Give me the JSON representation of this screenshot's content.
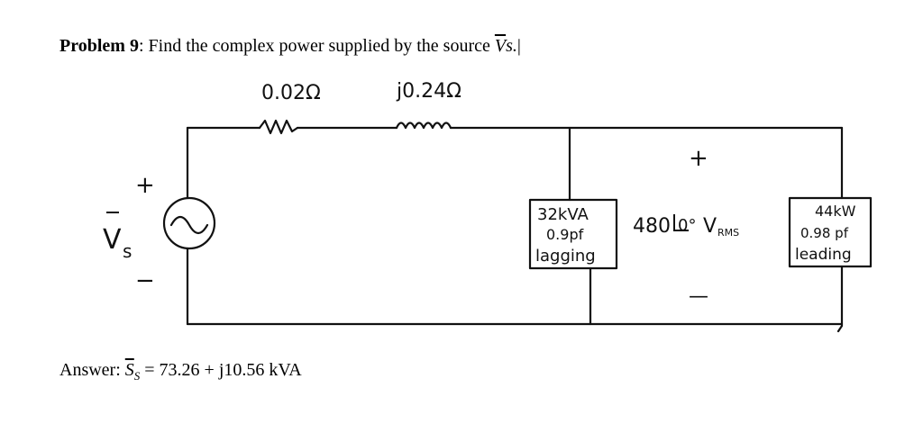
{
  "problem": {
    "label": "Problem 9",
    "colon": ":",
    "text": " Find the complex power supplied by the source ",
    "source_symbol": "V",
    "source_sub": "s.",
    "cursor": "|"
  },
  "circuit": {
    "resistor_label": "0.02Ω",
    "inductor_label": "j0.24Ω",
    "source_label": "V",
    "source_label_sub": "s",
    "source_plus": "+",
    "source_minus": "−",
    "load1": {
      "line1": "32kVA",
      "line2": "0.9pf",
      "line3": "lagging"
    },
    "voltage": {
      "magnitude": "480",
      "angle": "0°",
      "units": "V",
      "units_sub": "RMS",
      "plus": "+",
      "minus": "—"
    },
    "load2": {
      "line1": "44kW",
      "line2": "0.98 pf",
      "line3": "leading"
    }
  },
  "answer": {
    "prefix": "Answer: ",
    "symbol": "S",
    "symbol_sub": "S",
    "value": " = 73.26 + j10.56 kVA"
  }
}
